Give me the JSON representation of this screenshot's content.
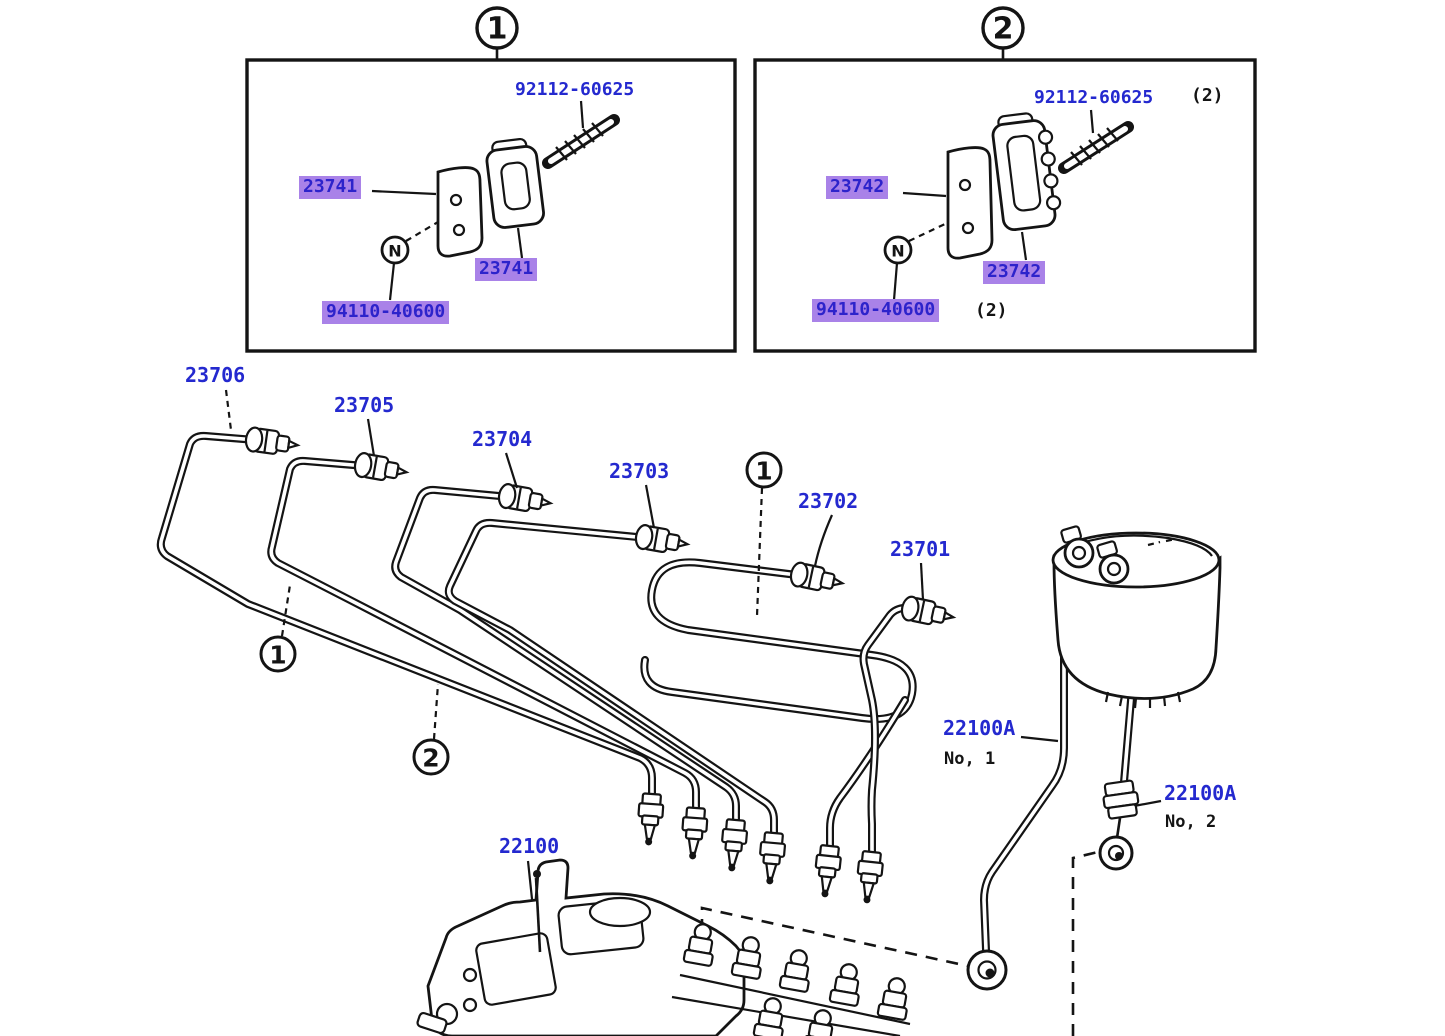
{
  "colors": {
    "link_blue": "#2429cf",
    "highlight_bg": "#a982e8",
    "ink": "#141414",
    "paper": "#ffffff"
  },
  "callouts": {
    "one": "1",
    "two": "2",
    "n": "N"
  },
  "detail_boxes": [
    {
      "callout": "1",
      "stud_part": "92112-60625",
      "clamp_part_side": "23741",
      "clamp_part_bottom": "23741",
      "nut_part": "94110-40600"
    },
    {
      "callout": "2",
      "qty_note_top": "(2)",
      "stud_part": "92112-60625",
      "clamp_part_side": "23742",
      "clamp_part_bottom": "23742",
      "nut_part": "94110-40600",
      "qty_note_bottom": "(2)"
    }
  ],
  "main_diagram": {
    "pipe_parts": [
      {
        "part": "23706"
      },
      {
        "part": "23705"
      },
      {
        "part": "23704"
      },
      {
        "part": "23703"
      },
      {
        "part": "23702"
      },
      {
        "part": "23701"
      }
    ],
    "feed_pipe": {
      "part": "22100A",
      "note": "No, 1"
    },
    "feed_hose": {
      "part": "22100A",
      "note": "No, 2"
    },
    "pump_part": "22100"
  }
}
